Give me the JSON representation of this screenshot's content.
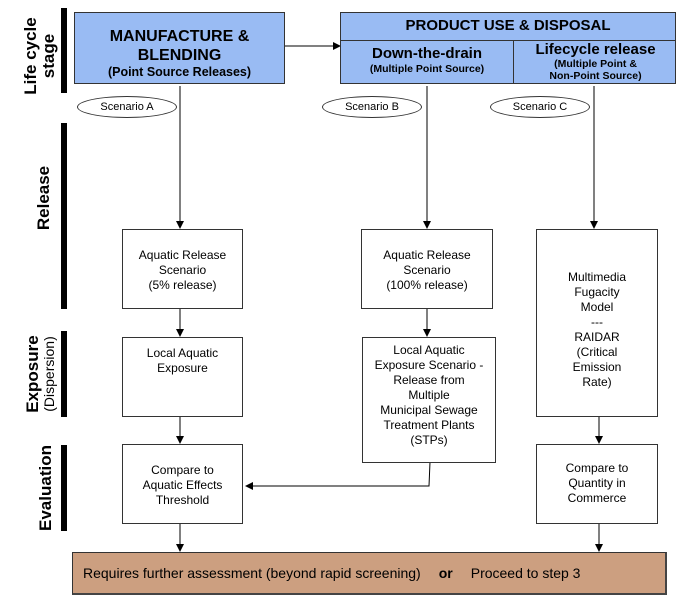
{
  "stages": {
    "lifecycle": "Life cycle stage",
    "release": "Release",
    "exposure": "Exposure",
    "exposure_sub": "(Dispersion)",
    "evaluation": "Evaluation"
  },
  "header": {
    "manufacture": {
      "title_line1": "MANUFACTURE &",
      "title_line2": "BLENDING",
      "subtitle": "(Point Source Releases)"
    },
    "product_use": {
      "title": "PRODUCT USE & DISPOSAL",
      "down_the_drain": {
        "title": "Down-the-drain",
        "subtitle": "(Multiple Point Source)"
      },
      "lifecycle_release": {
        "title": "Lifecycle release",
        "subtitle_line1": "(Multiple Point &",
        "subtitle_line2": "Non-Point Source)"
      }
    }
  },
  "scenarios": {
    "a": "Scenario A",
    "b": "Scenario B",
    "c": "Scenario C"
  },
  "boxes": {
    "a_release": [
      "Aquatic Release",
      "Scenario",
      "(5% release)"
    ],
    "b_release": [
      "Aquatic Release",
      "Scenario",
      "(100% release)"
    ],
    "c_model": [
      "Multimedia",
      "Fugacity",
      "Model",
      "---",
      "RAIDAR",
      "(Critical",
      "Emission",
      "Rate)"
    ],
    "a_exposure": [
      "Local Aquatic",
      "Exposure"
    ],
    "b_exposure": [
      "Local Aquatic",
      "Exposure Scenario -",
      "Release from",
      "Multiple",
      "Municipal Sewage",
      "Treatment Plants",
      "(STPs)"
    ],
    "a_evaluation": [
      "Compare to",
      "Aquatic Effects",
      "Threshold"
    ],
    "c_evaluation": [
      "Compare to",
      "Quantity in",
      "Commerce"
    ]
  },
  "result": {
    "left": "Requires further assessment (beyond rapid screening)",
    "connector": "or",
    "right": "Proceed to step 3"
  },
  "colors": {
    "header_blue": "#99bbf3",
    "result_tan": "#cc9f80"
  }
}
